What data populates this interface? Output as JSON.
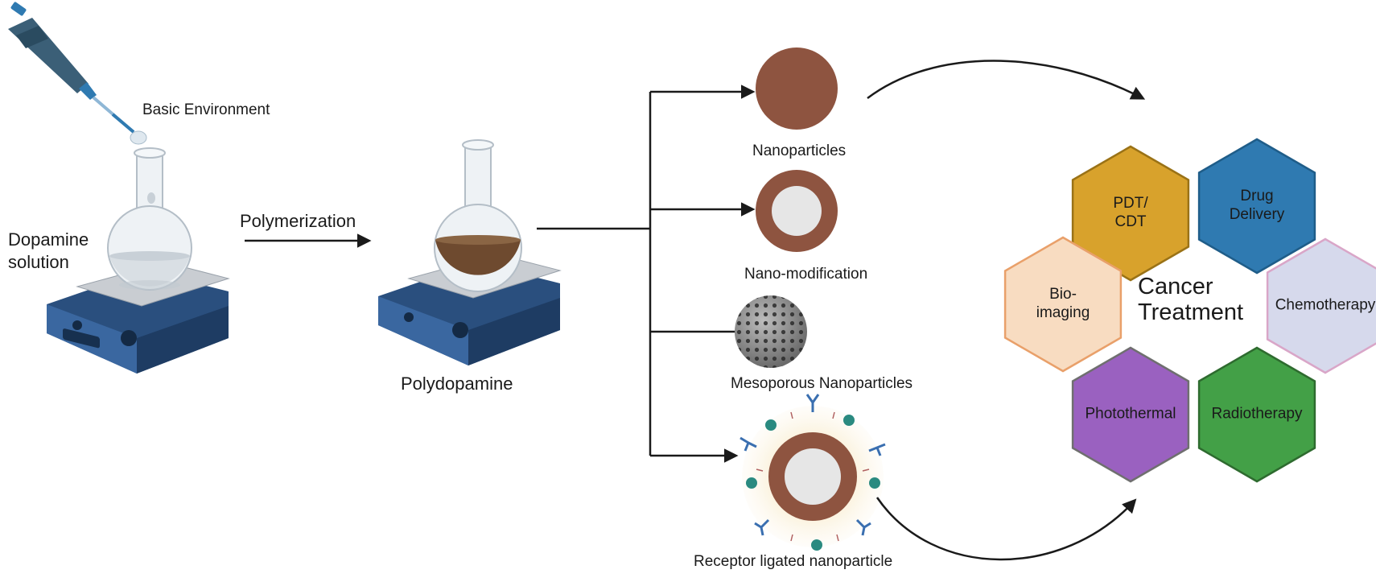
{
  "labels": {
    "basic_environment": "Basic Environment",
    "dopamine_solution_line1": "Dopamine",
    "dopamine_solution_line2": "solution",
    "polymerization": "Polymerization",
    "polydopamine": "Polydopamine",
    "nanoparticles": "Nanoparticles",
    "nano_modification": "Nano-modification",
    "mesoporous": "Mesoporous Nanoparticles",
    "receptor_ligated": "Receptor ligated nanoparticle"
  },
  "cancer_treatment": {
    "title_line1": "Cancer",
    "title_line2": "Treatment",
    "hexagons": [
      {
        "id": "pdt",
        "label": "PDT/\nCDT",
        "fill": "#d8a22c",
        "stroke": "#9a7216"
      },
      {
        "id": "drug",
        "label": "Drug\nDelivery",
        "fill": "#2f7ab1",
        "stroke": "#1f5d89"
      },
      {
        "id": "bio",
        "label": "Bio-\nimaging",
        "fill": "#f8dcc1",
        "stroke": "#e9a06a"
      },
      {
        "id": "chemo",
        "label": "Chemotherapy",
        "fill": "#d6d9ec",
        "stroke": "#d9a6c8"
      },
      {
        "id": "photo",
        "label": "Photothermal",
        "fill": "#9a61c0",
        "stroke": "#6f6f6f"
      },
      {
        "id": "radio",
        "label": "Radiotherapy",
        "fill": "#43a047",
        "stroke": "#2e6b2f"
      }
    ]
  },
  "colors": {
    "pda_brown": "#8e5440",
    "core_gray": "#e6e6e6",
    "hotplate_blue": "#2f5d8f",
    "arrow": "#1a1a1a"
  }
}
